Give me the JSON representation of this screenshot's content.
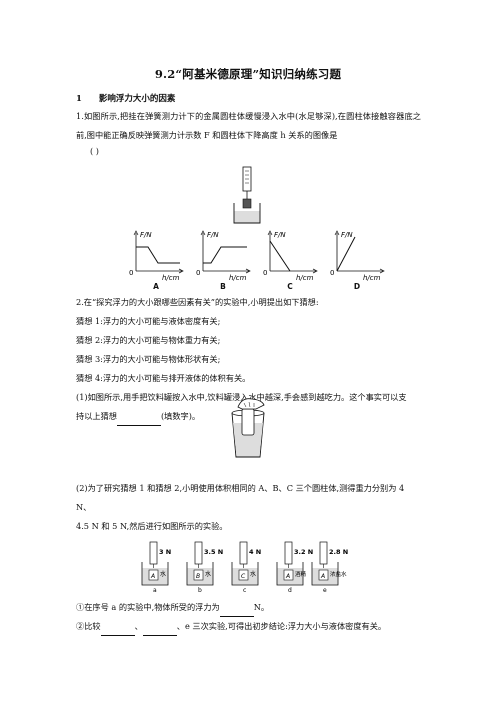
{
  "title": "9.2“阿基米德原理”知识归纳练习题",
  "section": {
    "num": "1",
    "title": "影响浮力大小的因素"
  },
  "q1": {
    "text": "1.如图所示,把挂在弹簧测力计下的金属圆柱体缓慢浸入水中(水足够深),在圆柱体接触容器底之前,图中能正确反映弹簧测力计示数 F 和圆柱体下降高度 h 关系的图像是",
    "answer": "(      )",
    "graphs": [
      {
        "label": "A",
        "ylabel": "F/N",
        "xlabel": "h/cm",
        "origin": "0",
        "shape": "decreasing-then-flat"
      },
      {
        "label": "B",
        "ylabel": "F/N",
        "xlabel": "h/cm",
        "origin": "0",
        "shape": "increasing-then-flat"
      },
      {
        "label": "C",
        "ylabel": "F/N",
        "xlabel": "h/cm",
        "origin": "0",
        "shape": "decreasing-to-zero"
      },
      {
        "label": "D",
        "ylabel": "F/N",
        "xlabel": "h/cm",
        "origin": "0",
        "shape": "increasing-linear"
      }
    ]
  },
  "q2": {
    "intro": "2.在“探究浮力的大小跟哪些因素有关”的实验中,小明提出如下猜想:",
    "guesses": [
      "猜想 1:浮力的大小可能与液体密度有关;",
      "猜想 2:浮力的大小可能与物体重力有关;",
      "猜想 3:浮力的大小可能与物体形状有关;",
      "猜想 4:浮力的大小可能与排开液体的体积有关。"
    ],
    "part1_a": "(1)如图所示,用手把饮料罐按入水中,饮料罐浸入水中越深,手会感到越吃力。这个事实可以支",
    "part1_b": "持以上猜想",
    "part1_c": "(填数字)。",
    "part2_a": "(2)为了研究猜想 1 和猜想 2,小明使用体积相同的 A、B、C 三个圆柱体,测得重力分别为 4 N、",
    "part2_b": "4.5 N 和 5 N,然后进行如图所示的实验。",
    "setups": [
      {
        "reading": "3 N",
        "object": "A",
        "liquid": "水",
        "label": "a"
      },
      {
        "reading": "3.5 N",
        "object": "B",
        "liquid": "水",
        "label": "b"
      },
      {
        "reading": "4 N",
        "object": "C",
        "liquid": "水",
        "label": "c"
      },
      {
        "reading": "3.2 N",
        "object": "A",
        "liquid": "酒精",
        "label": "d"
      },
      {
        "reading": "2.8 N",
        "object": "A",
        "liquid": "浓盐水",
        "label": "e"
      }
    ],
    "sub1_a": "①在序号 a 的实验中,物体所受的浮力为",
    "sub1_b": "N。",
    "sub2_a": "②比较",
    "sub2_sep1": "、",
    "sub2_sep2": "、e 三次实验,可得出初步结论:浮力大小与液体密度有关。"
  },
  "colors": {
    "text": "#111111",
    "water": "#d8d8d8"
  }
}
